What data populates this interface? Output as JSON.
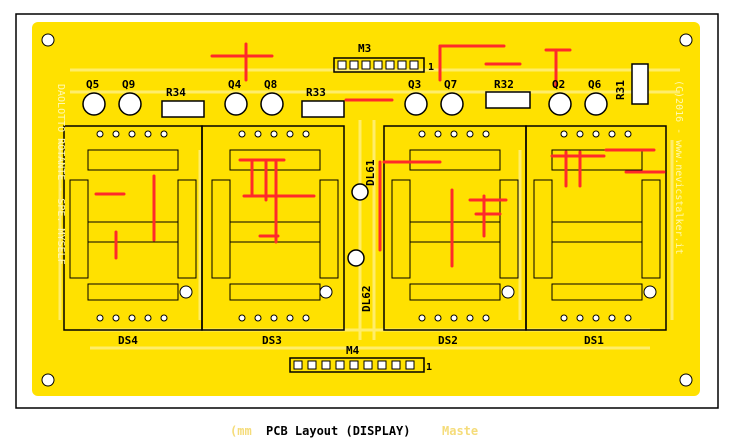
{
  "colors": {
    "board": "#ffe100",
    "bg": "#ffffff",
    "trace_red": "#ff2a2a",
    "ink": "#000000",
    "outline": "#000000"
  },
  "caption": {
    "left_ghost": "(mm",
    "title": "PCB Layout (DISPLAY)",
    "right_ghost": "Maste"
  },
  "connectors": {
    "m3": "M3",
    "m4": "M4",
    "pin1": "1"
  },
  "transistors": [
    "Q5",
    "Q9",
    "Q4",
    "Q8",
    "Q3",
    "Q7",
    "Q2",
    "Q6"
  ],
  "resistors": {
    "r34": "R34",
    "r33": "R33",
    "r32": "R32",
    "r31": "R31"
  },
  "displays": [
    "DS4",
    "DS3",
    "DS2",
    "DS1"
  ],
  "leds": {
    "dl61": "DL61",
    "dl62": "DL62"
  },
  "side_text": {
    "left": "DAOLOTTO ROTANTE - SPE. MYSELF",
    "right": "(C)2016 - www.nevicstalker.it"
  }
}
